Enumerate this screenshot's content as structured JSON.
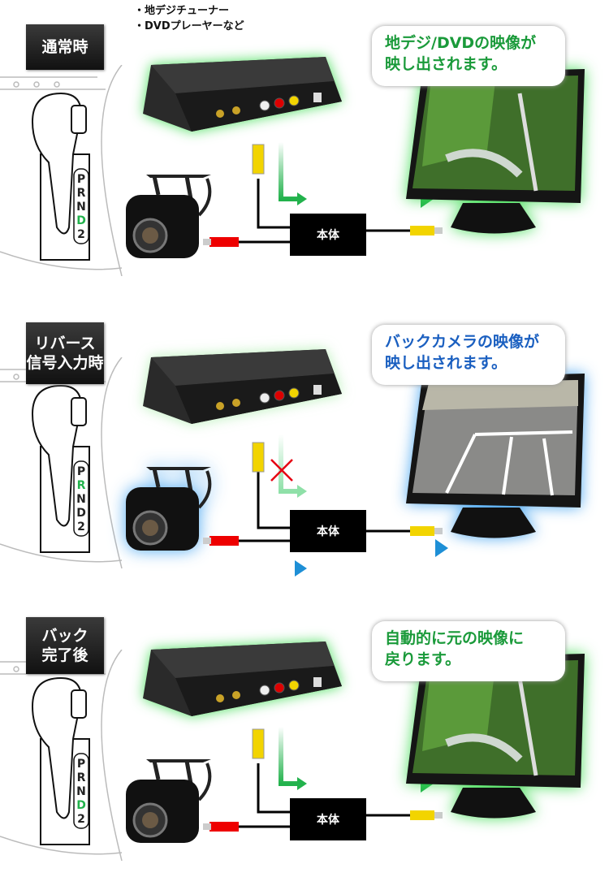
{
  "sources": [
    "・地デジチューナー",
    "・DVDプレーヤーなど"
  ],
  "body_label": "本体",
  "gear_letters": [
    "P",
    "R",
    "N",
    "D",
    "2"
  ],
  "colors": {
    "green": "#22b24c",
    "blue": "#1e8fd6",
    "green_text": "#1a9a3a",
    "blue_text": "#1a5fc0",
    "red_x": "#e60012"
  },
  "panels": [
    {
      "state_label": [
        "通常時"
      ],
      "bubble": [
        "地デジ/DVDの映像が",
        "映し出されます。"
      ],
      "active_gear": "D",
      "mode": "normal"
    },
    {
      "state_label": [
        "リバース",
        "信号入力時"
      ],
      "bubble": [
        "バックカメラの映像が",
        "映し出されます。"
      ],
      "active_gear": "R",
      "mode": "reverse"
    },
    {
      "state_label": [
        "バック",
        "完了後"
      ],
      "bubble": [
        "自動的に元の映像に",
        "戻ります。"
      ],
      "active_gear": "D",
      "mode": "normal"
    }
  ]
}
